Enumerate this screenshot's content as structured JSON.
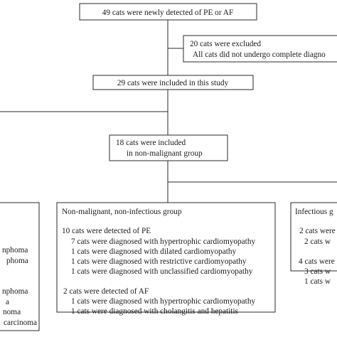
{
  "boxes": {
    "detected": {
      "lines": [
        "49 cats were newly detected of PE or AF"
      ]
    },
    "excluded": {
      "lines": [
        "20 cats were excluded",
        "All cats did not undergo complete diagno"
      ]
    },
    "included": {
      "lines": [
        "29 cats were included in this study"
      ]
    },
    "non_malignant": {
      "lines": [
        "18 cats were included",
        "in non-malignant group"
      ]
    },
    "left_partial": {
      "lines": [
        "nphoma",
        "phoma",
        "nphoma",
        "a",
        "noma",
        "carcinoma"
      ]
    },
    "non_infectious": {
      "title": "Non-malignant, non-infectious group",
      "lines": [
        "10 cats were detected of PE",
        "7 cats were diagnosed with hypertrophic cardiomyopathy",
        "1 cats were diagnosed with dilated cardiomyopathy",
        "1 cats were diagnosed with restrictive cardiomyopathy",
        "1 cats were diagnosed with unclassified cardiomyopathy",
        "2 cats were detected of AF",
        "1 cats were diagnosed with hypertrophic cardiomyopathy",
        "1 cats were diagnosed with cholangitis and hepatitis"
      ]
    },
    "infectious": {
      "title": "Infectious g",
      "lines": [
        "2 cats were",
        "2 cats w",
        "4 cats were",
        "3 cats w",
        "1 cats w"
      ]
    }
  }
}
